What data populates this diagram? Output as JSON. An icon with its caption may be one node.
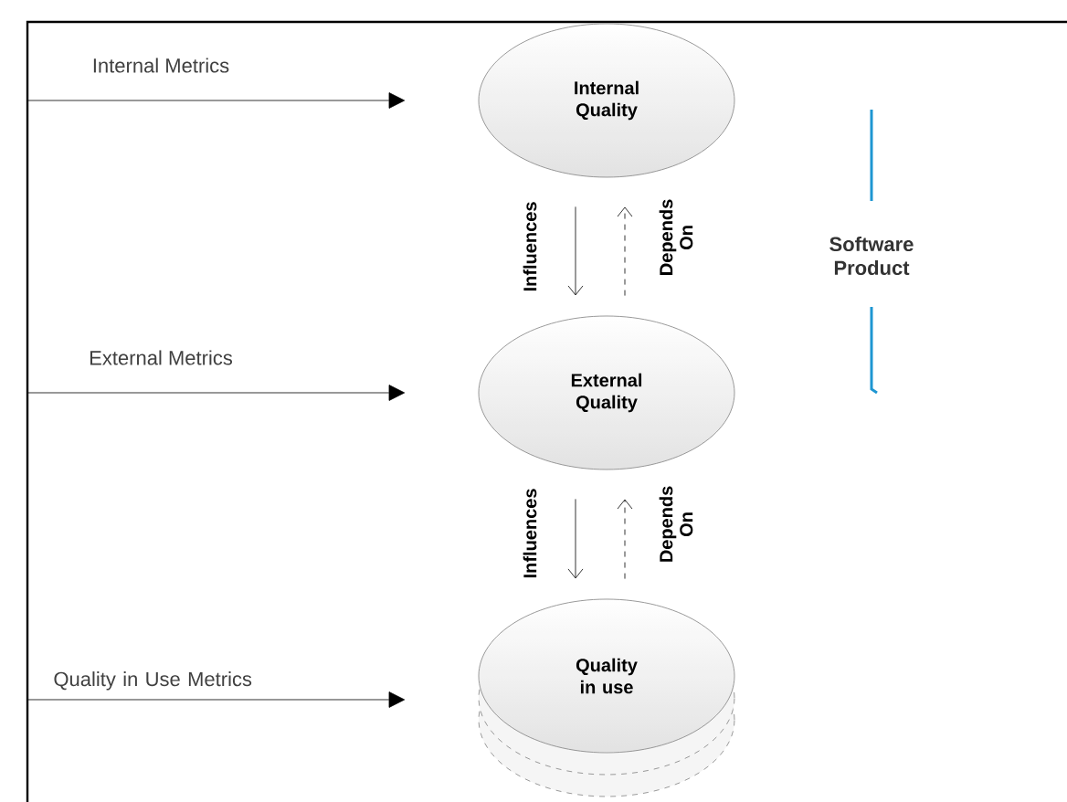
{
  "diagram": {
    "nodes": [
      {
        "text": [
          "Internal Quality"
        ]
      },
      {
        "text": [
          "External Quality"
        ]
      },
      {
        "text": [
          "Quality in use"
        ]
      }
    ],
    "edges": [
      {
        "from": null,
        "to": 0,
        "arrow": "to",
        "label": "Internal Metrics"
      },
      {
        "from": null,
        "to": 1,
        "arrow": "to",
        "label": "External Metrics"
      },
      {
        "from": null,
        "to": 2,
        "arrow": "to",
        "label": "Quality in Use Metrics"
      },
      {
        "from": 0,
        "to": 1,
        "arrow": "to",
        "label": "Influences"
      },
      {
        "from": 1,
        "to": 0,
        "arrow": "to",
        "label": "Depends On",
        "style": "dashed"
      },
      {
        "from": 1,
        "to": 2,
        "arrow": "to",
        "label": "Influences"
      },
      {
        "from": 2,
        "to": 1,
        "arrow": "to",
        "label": "Depends On",
        "style": "dashed"
      }
    ],
    "labels": [
      "Software Product"
    ]
  }
}
